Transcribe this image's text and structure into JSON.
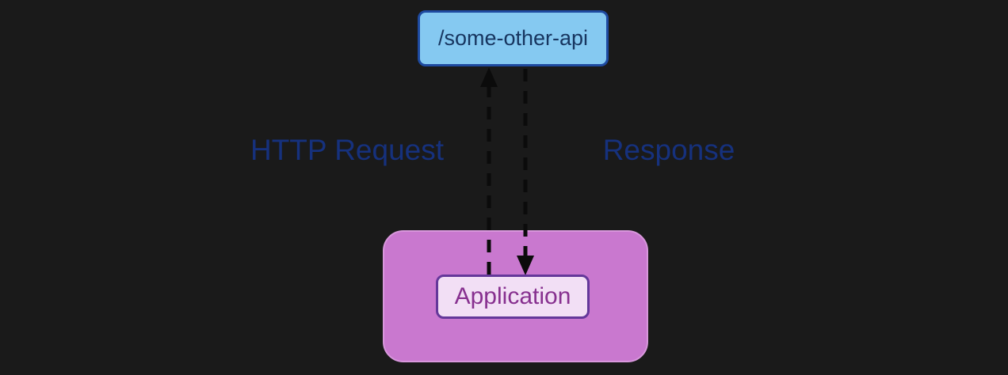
{
  "diagram": {
    "nodes": [
      {
        "id": "api",
        "label": "/some-other-api"
      },
      {
        "id": "application",
        "label": "Application"
      }
    ],
    "edges": [
      {
        "id": "http-request",
        "label": "HTTP Request",
        "direction": "up"
      },
      {
        "id": "response",
        "label": "Response",
        "direction": "down"
      }
    ]
  },
  "colors": {
    "background": "#1a1a1a",
    "api_fill": "#85c9f1",
    "api_border": "#1e4aa0",
    "api_text": "#17355f",
    "app_container_fill": "#c978cf",
    "app_container_border": "#d897dc",
    "app_fill": "#f2dff5",
    "app_border": "#64389a",
    "app_text": "#87308f",
    "edge_label": "#16317d",
    "arrow": "#0b0b0b"
  }
}
